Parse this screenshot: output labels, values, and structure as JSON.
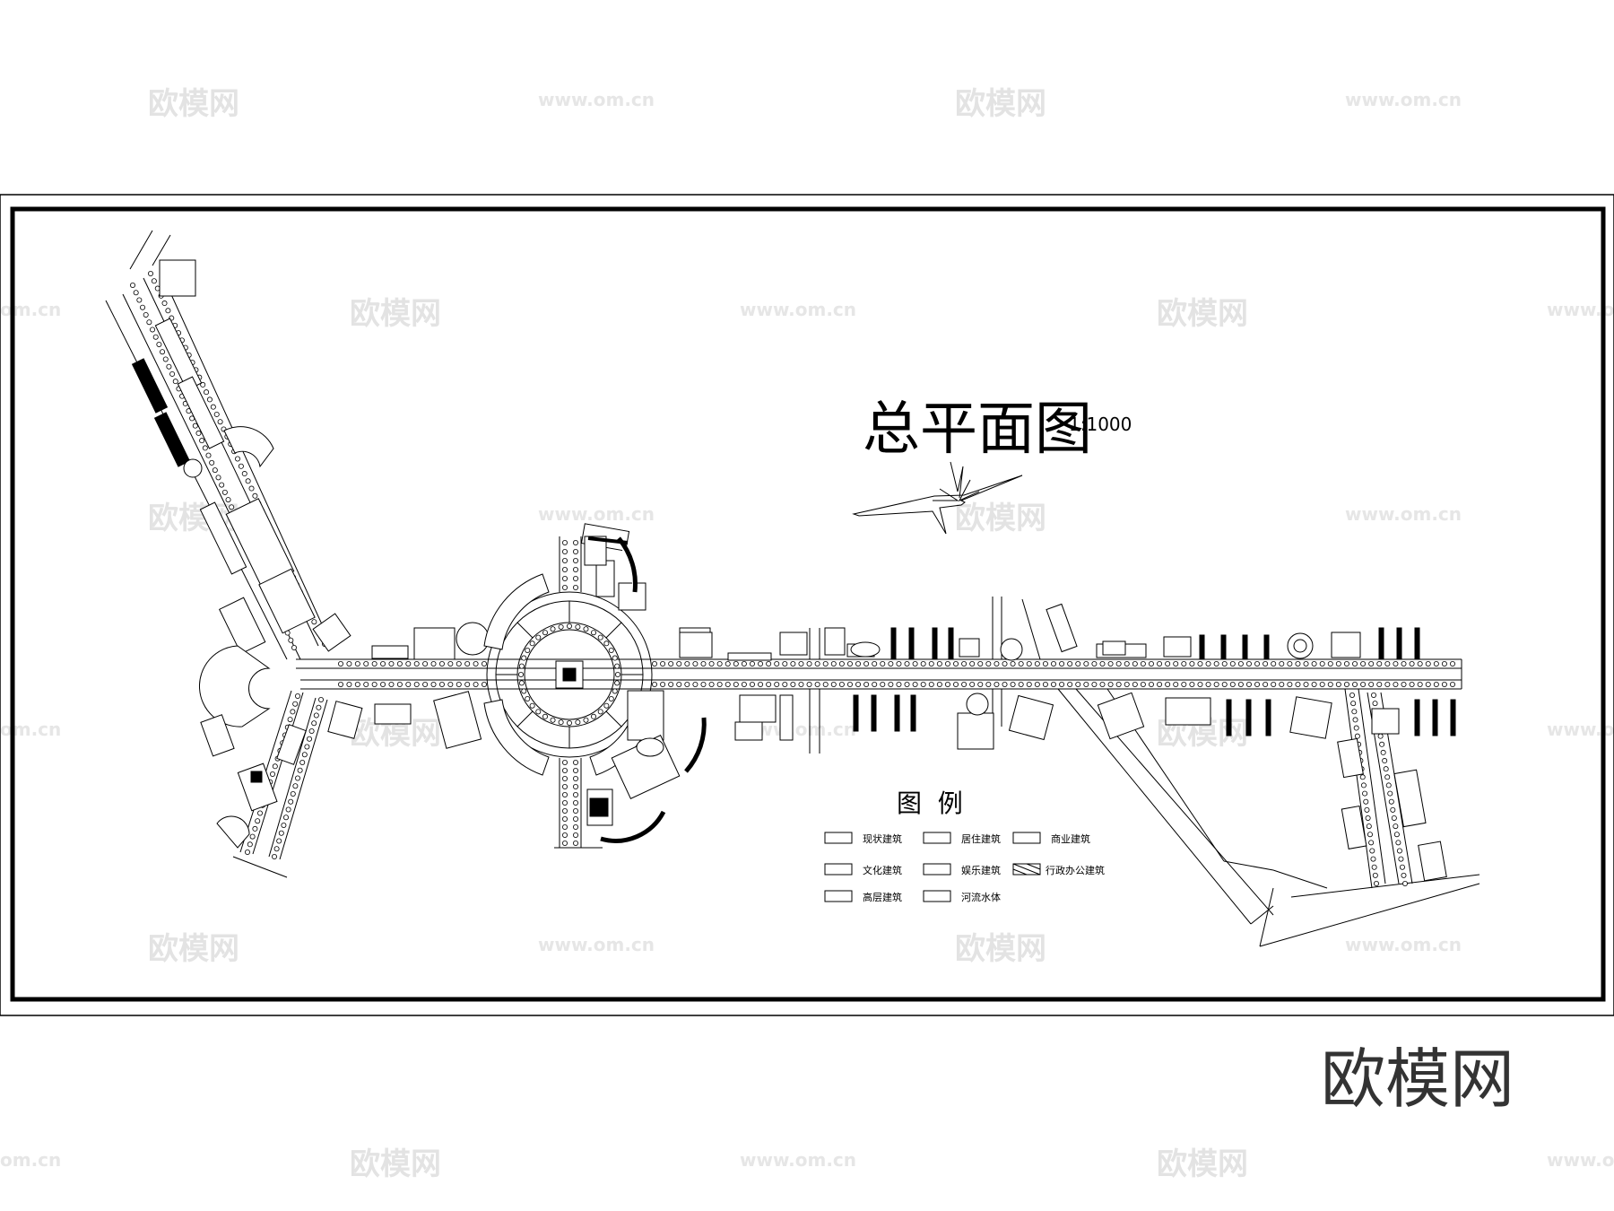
{
  "watermark": {
    "brand": "欧模网",
    "url": "www.om.cn",
    "url_edge": "om.cn"
  },
  "drawing": {
    "title": "总平面图",
    "scale": "1:1000"
  },
  "legend": {
    "title": "图  例",
    "items": [
      {
        "label": "现状建筑"
      },
      {
        "label": "居住建筑"
      },
      {
        "label": "商业建筑"
      },
      {
        "label": "文化建筑"
      },
      {
        "label": "娱乐建筑"
      },
      {
        "label": "行政办公建筑"
      },
      {
        "label": "高层建筑"
      },
      {
        "label": "河流水体"
      }
    ]
  },
  "footer": {
    "brand": "欧模网"
  }
}
